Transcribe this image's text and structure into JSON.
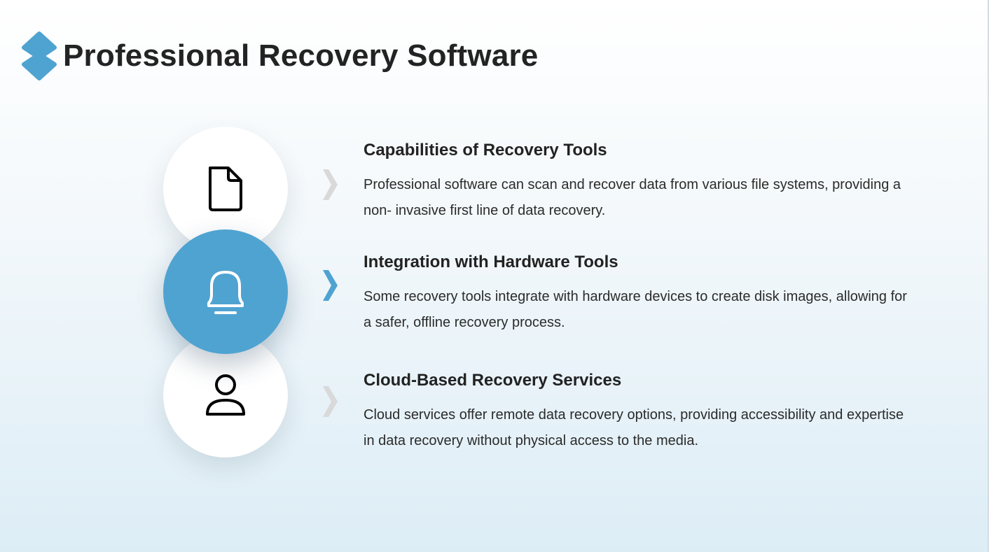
{
  "page": {
    "title": "Professional Recovery Software",
    "accent_color": "#4fa3d1"
  },
  "items": [
    {
      "icon": "document-icon",
      "active": false,
      "title": "Capabilities of Recovery Tools",
      "description": "Professional software can scan and recover data from various file systems, providing a non- invasive first line of data recovery."
    },
    {
      "icon": "bell-icon",
      "active": true,
      "title": "Integration with Hardware Tools",
      "description": "Some recovery tools integrate with hardware devices to create disk images, allowing for a safer, offline recovery process."
    },
    {
      "icon": "user-icon",
      "active": false,
      "title": "Cloud-Based Recovery Services",
      "description": "Cloud services offer remote data recovery options, providing accessibility and expertise in data recovery without physical access to the media."
    }
  ]
}
